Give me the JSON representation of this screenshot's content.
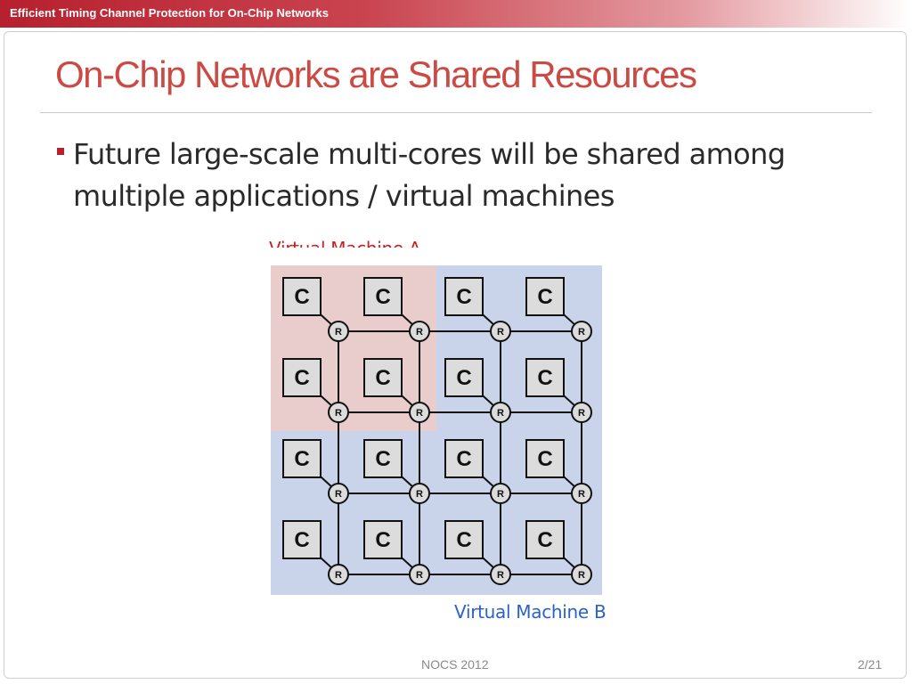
{
  "header": {
    "deck_title": "Efficient Timing Channel Protection for On-Chip Networks"
  },
  "slide": {
    "title": "On-Chip Networks are Shared Resources",
    "bullets": [
      {
        "line1": "Future large-scale multi-cores will be shared among",
        "line2": "multiple applications / virtual machines"
      }
    ]
  },
  "diagram": {
    "vm_a_label": "Virtual Machine A",
    "vm_b_label": "Virtual Machine B",
    "core_label": "C",
    "router_label": "R",
    "grid_rows": 4,
    "grid_cols": 4,
    "vm_a_region": {
      "rows": [
        0,
        1
      ],
      "cols": [
        0,
        1
      ]
    },
    "colors": {
      "vm_a_fill": "#e9cccc",
      "vm_b_fill": "#c9d3ea",
      "vm_a_label": "#cc1f1f",
      "vm_b_label": "#2a62c8",
      "core_fill": "#dcdcdc",
      "line": "#111111"
    }
  },
  "footer": {
    "venue": "NOCS 2012",
    "page": "2/21"
  }
}
